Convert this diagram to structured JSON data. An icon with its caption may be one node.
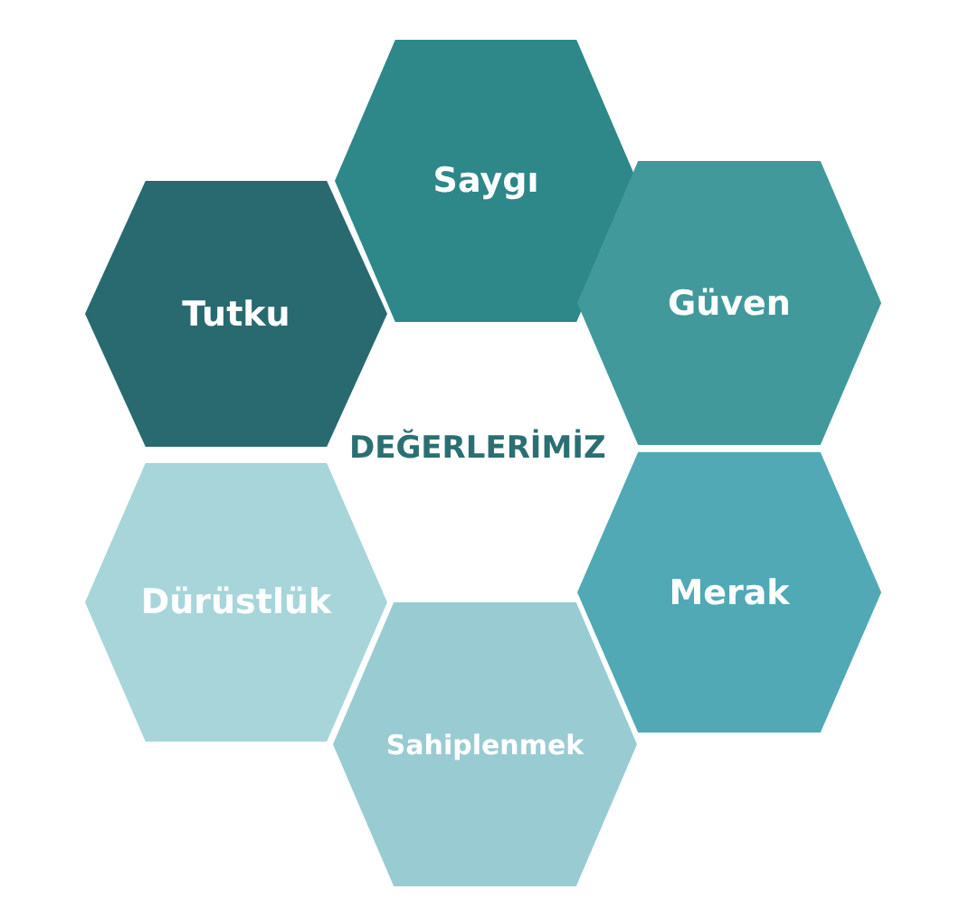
{
  "diagram": {
    "title": "DEĞERLERİMİZ",
    "nodes": [
      {
        "text": [
          "Saygı"
        ]
      },
      {
        "text": [
          "Tutku"
        ]
      },
      {
        "text": [
          "Güven"
        ]
      },
      {
        "text": [
          "Dürüstlük"
        ]
      },
      {
        "text": [
          "Merak"
        ]
      },
      {
        "text": [
          "Sahiplenmek"
        ]
      }
    ]
  }
}
